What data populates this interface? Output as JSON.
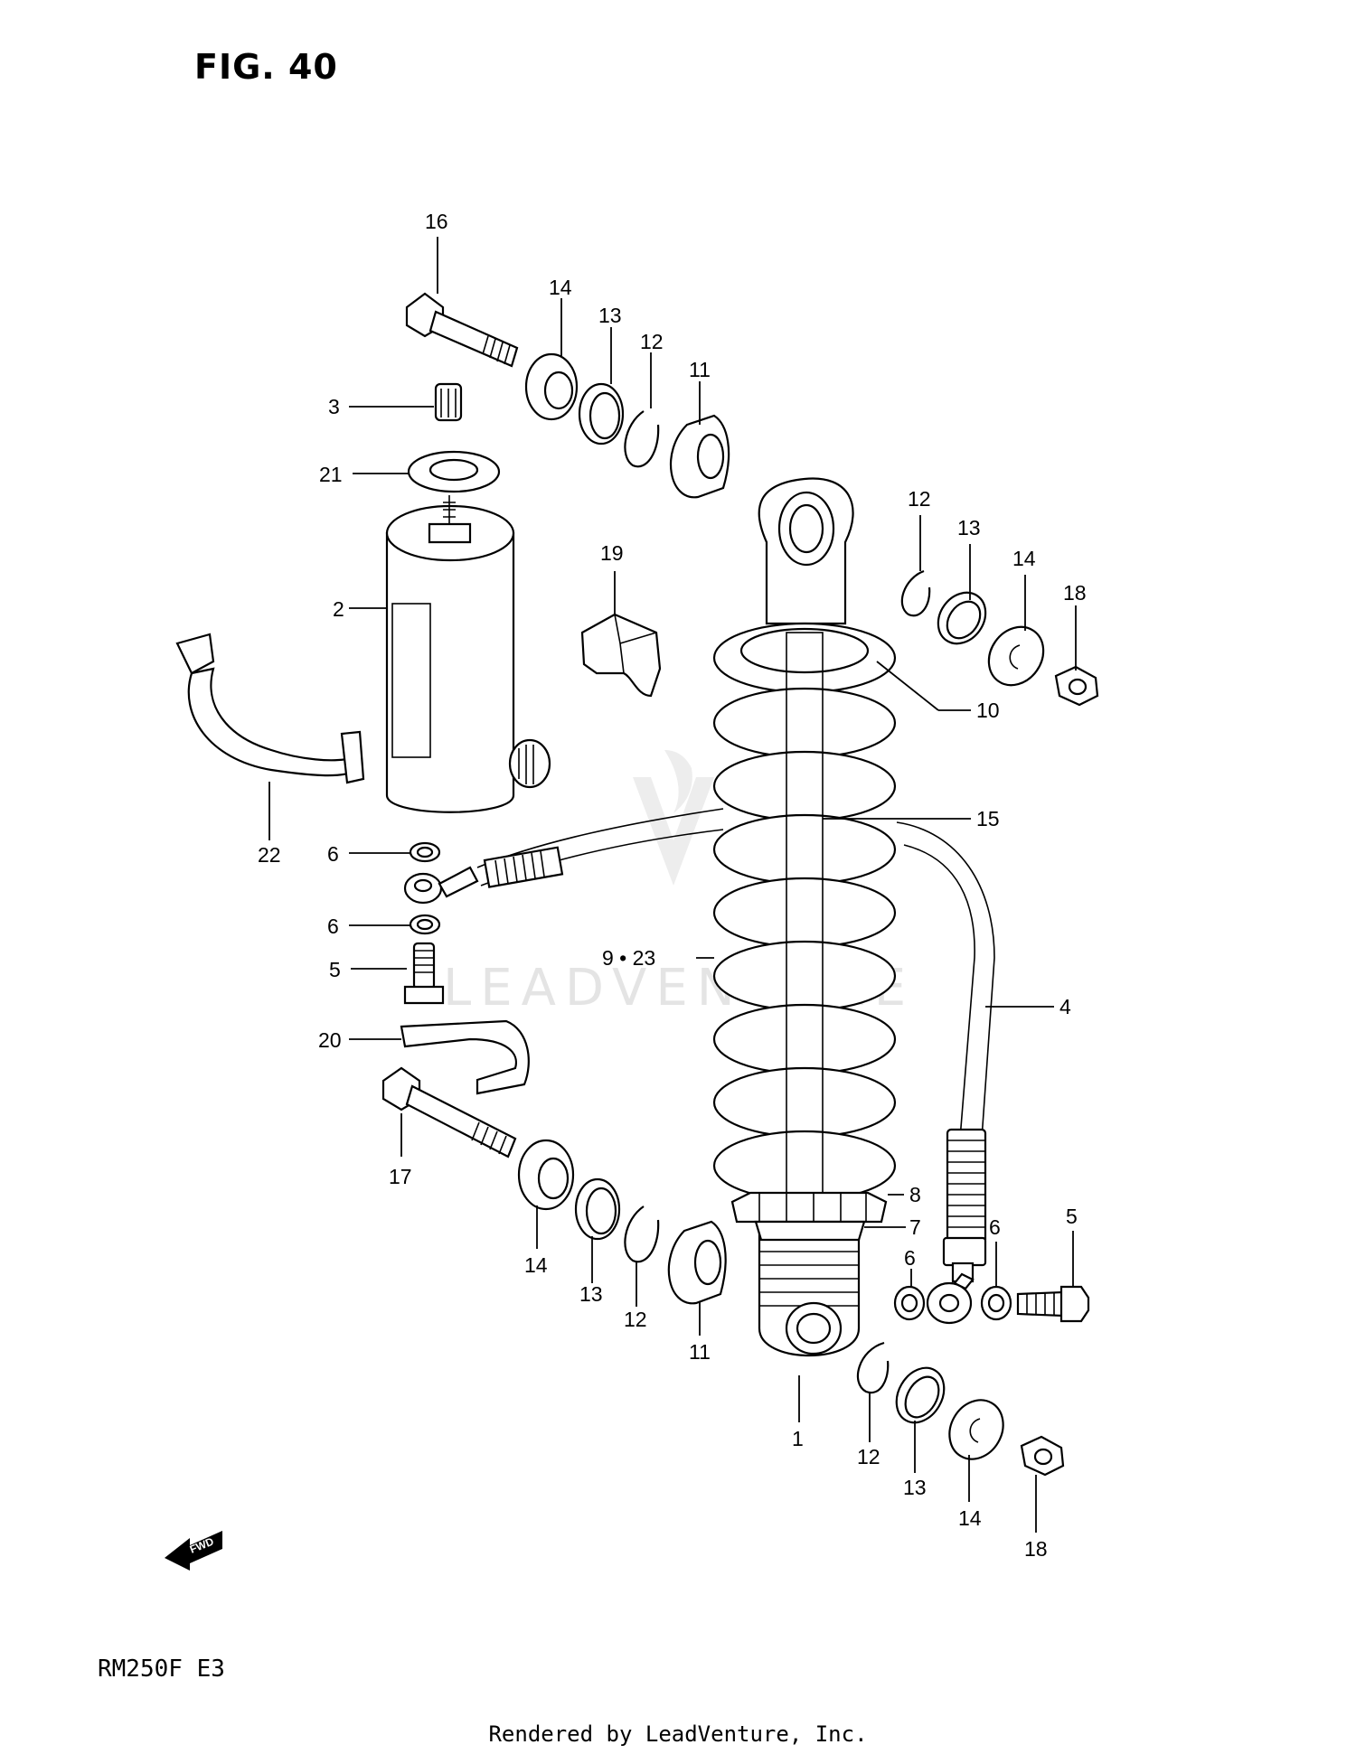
{
  "figure_title": "FIG. 40",
  "model_code": "RM250F  E3",
  "render_credit": "Rendered by LeadVenture, Inc.",
  "watermark": "LEADVENTURE",
  "fwd_label": "FWD",
  "callouts": {
    "c1": "1",
    "c2": "2",
    "c3": "3",
    "c4": "4",
    "c5a": "5",
    "c5b": "5",
    "c6a": "6",
    "c6b": "6",
    "c6c": "6",
    "c6d": "6",
    "c7": "7",
    "c8": "8",
    "c9_23": "9 • 23",
    "c10": "10",
    "c11a": "11",
    "c11b": "11",
    "c12a": "12",
    "c12b": "12",
    "c12c": "12",
    "c12d": "12",
    "c13a": "13",
    "c13b": "13",
    "c13c": "13",
    "c13d": "13",
    "c14a": "14",
    "c14b": "14",
    "c14c": "14",
    "c14d": "14",
    "c15": "15",
    "c16": "16",
    "c17": "17",
    "c18a": "18",
    "c18b": "18",
    "c19": "19",
    "c20": "20",
    "c21": "21",
    "c22": "22"
  }
}
